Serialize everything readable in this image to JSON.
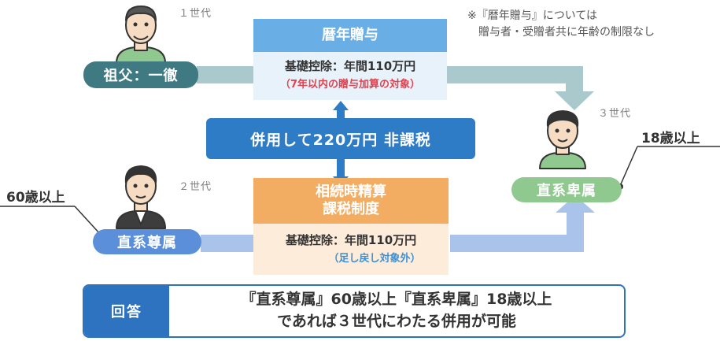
{
  "grandfather": {
    "generation": "１世代",
    "label": "祖父：一徹"
  },
  "parent": {
    "generation": "２世代",
    "label": "直系尊属",
    "age": "60歳以上"
  },
  "child": {
    "generation": "３世代",
    "label": "直系卑属",
    "age": "18歳以上"
  },
  "note": "※『暦年贈与』については\n　贈与者・受贈者共に年齢の制限なし",
  "calendar_gift": {
    "title": "暦年贈与",
    "deduction": "基礎控除：年間110万円",
    "sub": "（7年以内の贈与加算の対象）"
  },
  "combined": {
    "label": "併用して220万円 非課税"
  },
  "settlement": {
    "title_line1": "相続時精算",
    "title_line2": "課税制度",
    "deduction": "基礎控除：年間110万円",
    "sub": "（足し戻し対象外）"
  },
  "answer": {
    "tag": "回答",
    "line1": "『直系尊属』60歳以上『直系卑属』18歳以上",
    "line2": "であれば３世代にわたる併用が可能"
  },
  "colors": {
    "teal_pill": "#3f7a82",
    "blue_pill": "#5b8fd9",
    "green_pill": "#8fc98f",
    "calendar_head": "#6aaee6",
    "calendar_body": "#e8f2fb",
    "settlement_head": "#f3ad62",
    "settlement_body": "#fdecd9",
    "combined": "#2e7bc6",
    "answer_tag": "#2e73bf"
  }
}
